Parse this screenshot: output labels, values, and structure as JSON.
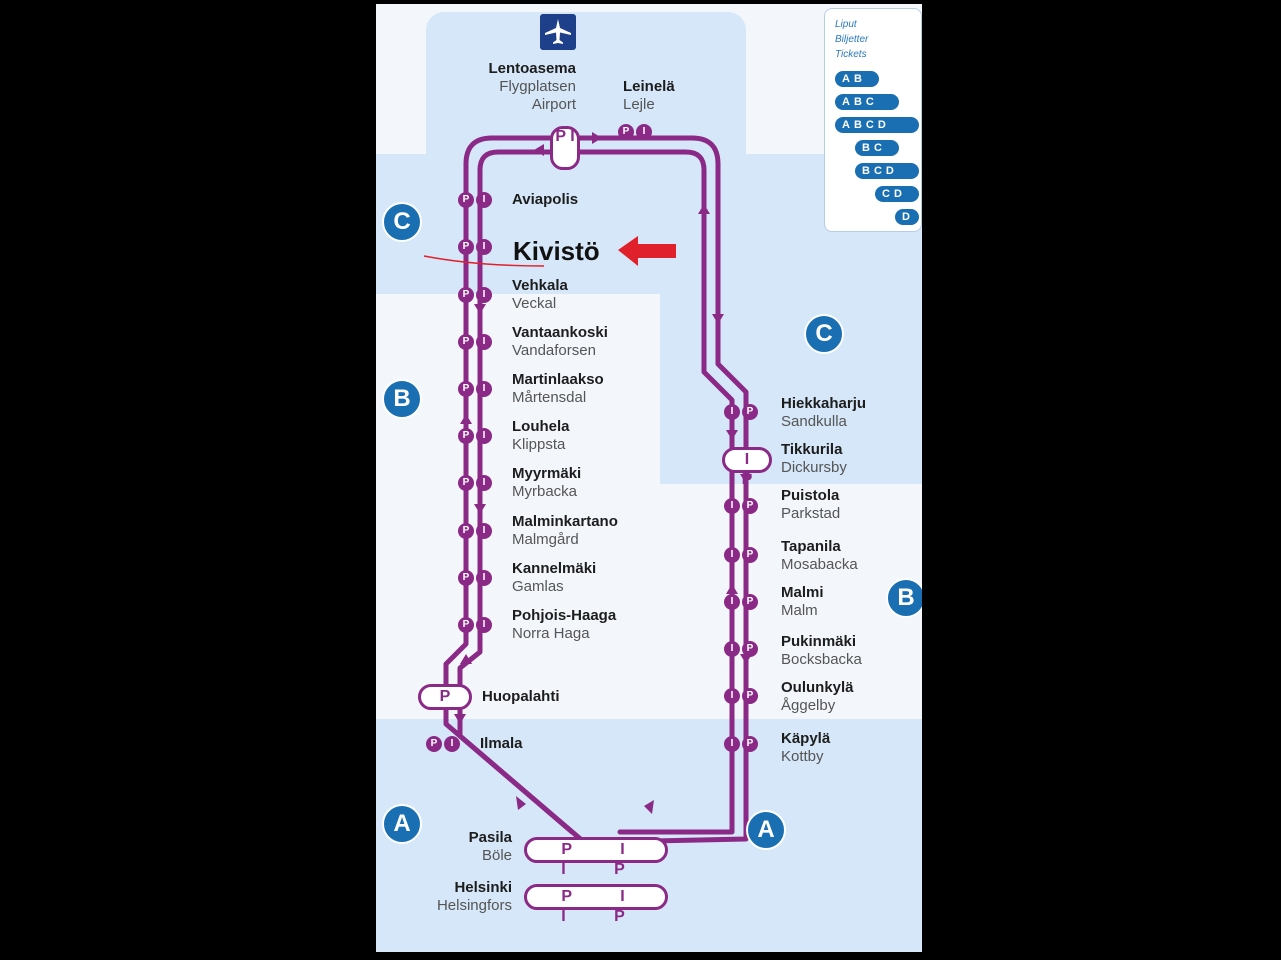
{
  "colors": {
    "line": "#8a2a86",
    "zone_a": "#d5e7f8",
    "zone_b": "#f3f7fc",
    "zone_c": "#d5e7f8",
    "badge": "#1a6fb3",
    "arrow": "#e0202a"
  },
  "zones": {
    "a_label": "A",
    "b_label": "B",
    "c_label": "C"
  },
  "airport_icon": "airplane-icon",
  "legend": {
    "title_fi": "Liput",
    "title_sv": "Biljetter",
    "title_en": "Tickets",
    "tickets": [
      "AB",
      "ABC",
      "ABCD",
      "BC",
      "BCD",
      "CD",
      "D"
    ]
  },
  "stations": {
    "airport": {
      "fi": "Lentoasema",
      "sv": "Flygplatsen",
      "en": "Airport"
    },
    "leinela": {
      "fi": "Leinelä",
      "sv": "Lejle"
    },
    "aviapolis": {
      "fi": "Aviapolis"
    },
    "kivisto": {
      "fi": "Kivistö"
    },
    "vehkala": {
      "fi": "Vehkala",
      "sv": "Veckal"
    },
    "vantaankoski": {
      "fi": "Vantaankoski",
      "sv": "Vandaforsen"
    },
    "martinlaakso": {
      "fi": "Martinlaakso",
      "sv": "Mårtensdal"
    },
    "louhela": {
      "fi": "Louhela",
      "sv": "Klippsta"
    },
    "myyrmaki": {
      "fi": "Myyrmäki",
      "sv": "Myrbacka"
    },
    "malminkartano": {
      "fi": "Malminkartano",
      "sv": "Malmgård"
    },
    "kannelmaki": {
      "fi": "Kannelmäki",
      "sv": "Gamlas"
    },
    "pohjoishaaga": {
      "fi": "Pohjois-Haaga",
      "sv": "Norra Haga"
    },
    "huopalahti": {
      "fi": "Huopalahti"
    },
    "ilmala": {
      "fi": "Ilmala"
    },
    "hiekkaharju": {
      "fi": "Hiekkaharju",
      "sv": "Sandkulla"
    },
    "tikkurila": {
      "fi": "Tikkurila",
      "sv": "Dickursby"
    },
    "puistola": {
      "fi": "Puistola",
      "sv": "Parkstad"
    },
    "tapanila": {
      "fi": "Tapanila",
      "sv": "Mosabacka"
    },
    "malmi": {
      "fi": "Malmi",
      "sv": "Malm"
    },
    "pukinmaki": {
      "fi": "Pukinmäki",
      "sv": "Bocksbacka"
    },
    "oulunkyla": {
      "fi": "Oulunkylä",
      "sv": "Åggelby"
    },
    "kapyla": {
      "fi": "Käpylä",
      "sv": "Kottby"
    },
    "pasila": {
      "fi": "Pasila",
      "sv": "Böle"
    },
    "helsinki": {
      "fi": "Helsinki",
      "sv": "Helsingfors"
    }
  },
  "platform": {
    "p": "P",
    "i": "I",
    "pi": "P I",
    "ip": "I P",
    "piip": "P I I P"
  }
}
